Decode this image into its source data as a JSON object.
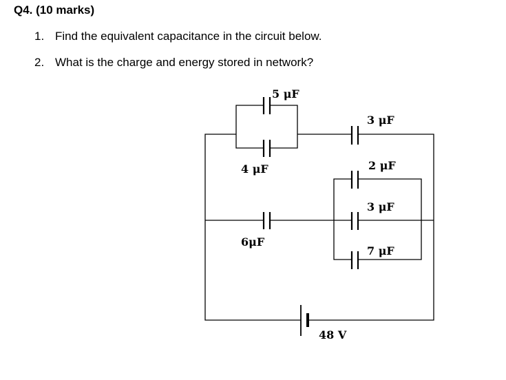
{
  "question": {
    "title": "Q4. (10 marks)",
    "items": [
      {
        "number": "1.",
        "text": "Find the equivalent capacitance in the circuit below."
      },
      {
        "number": "2.",
        "text": "What is the charge and energy stored in network?"
      }
    ]
  },
  "circuit": {
    "capacitors": [
      {
        "id": "c5",
        "label": "5 μF"
      },
      {
        "id": "c4",
        "label": "4 μF"
      },
      {
        "id": "c6",
        "label": "6μF"
      },
      {
        "id": "c3a",
        "label": "3 μF"
      },
      {
        "id": "c2",
        "label": "2 μF"
      },
      {
        "id": "c3b",
        "label": "3 μF"
      },
      {
        "id": "c7",
        "label": "7 μF"
      }
    ],
    "battery": {
      "label": "48 V"
    }
  }
}
